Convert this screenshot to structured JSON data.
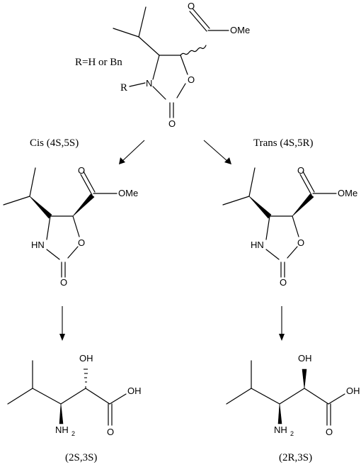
{
  "top": {
    "substituent": "R=H or Bn",
    "r_label": "R",
    "n_label": "N",
    "ring_o": "O",
    "carbonyl_o": "O",
    "ester_o": "O",
    "ester_ome": "OMe"
  },
  "branches": {
    "cis": "Cis (4S,5S)",
    "trans": "Trans (4S,5R)"
  },
  "cis_oxazolidinone": {
    "hn": "HN",
    "ring_o": "O",
    "carbonyl_o": "O",
    "ester_o": "O",
    "ester_ome": "OMe"
  },
  "trans_oxazolidinone": {
    "hn": "HN",
    "ring_o": "O",
    "carbonyl_o": "O",
    "ester_o": "O",
    "ester_ome": "OMe"
  },
  "product_left": {
    "oh": "OH",
    "acid_oh": "OH",
    "acid_o": "O",
    "nh": "NH",
    "nh_sub": "2",
    "stereo": "(2S,3S)"
  },
  "product_right": {
    "oh": "OH",
    "acid_oh": "OH",
    "acid_o": "O",
    "nh": "NH",
    "nh_sub": "2",
    "stereo": "(2R,3S)"
  }
}
